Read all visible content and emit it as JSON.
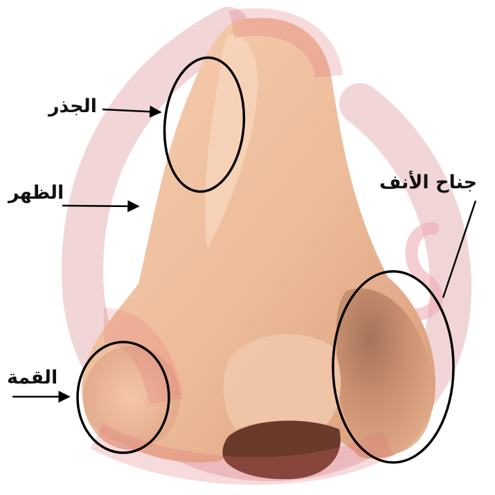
{
  "labels": {
    "root": "الجذر",
    "dorsum": "الظهر",
    "tip": "القمة",
    "ala": "جناح الأنف"
  },
  "colors": {
    "skin_light": "#f2c6a6",
    "skin_mid": "#e3a883",
    "skin_shadow": "#b97a5c",
    "nostril": "#6a3a2a",
    "watermark": "#e06a74",
    "outline": "#000000"
  },
  "icons": {
    "pointer": "arrow-right-icon",
    "highlight": "ellipse-outline",
    "watermark": "brand-watermark-icon"
  }
}
